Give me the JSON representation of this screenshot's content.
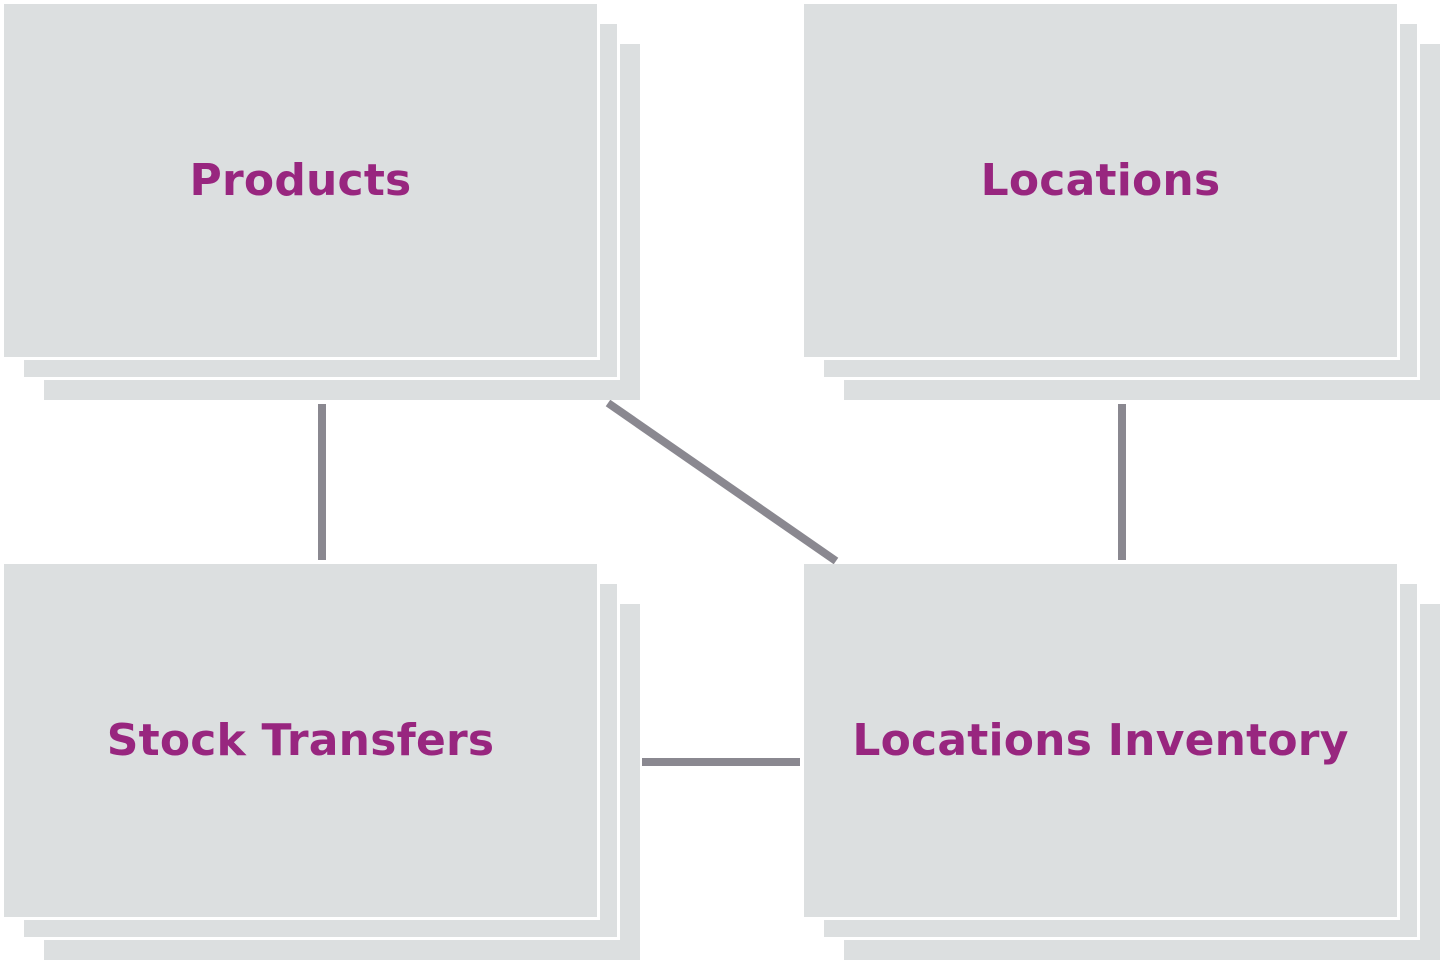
{
  "diagram": {
    "entities": [
      {
        "id": "products",
        "label": "Products"
      },
      {
        "id": "locations",
        "label": "Locations"
      },
      {
        "id": "stock_transfers",
        "label": "Stock Transfers"
      },
      {
        "id": "locations_inventory",
        "label": "Locations Inventory"
      }
    ],
    "relationships": [
      {
        "from": "products",
        "to": "stock_transfers"
      },
      {
        "from": "products",
        "to": "locations_inventory"
      },
      {
        "from": "locations",
        "to": "locations_inventory"
      },
      {
        "from": "stock_transfers",
        "to": "locations_inventory"
      }
    ],
    "colors": {
      "box_fill": "#dcdfe0",
      "label": "#98267f",
      "connector": "#8a8890",
      "background": "#ffffff"
    }
  }
}
